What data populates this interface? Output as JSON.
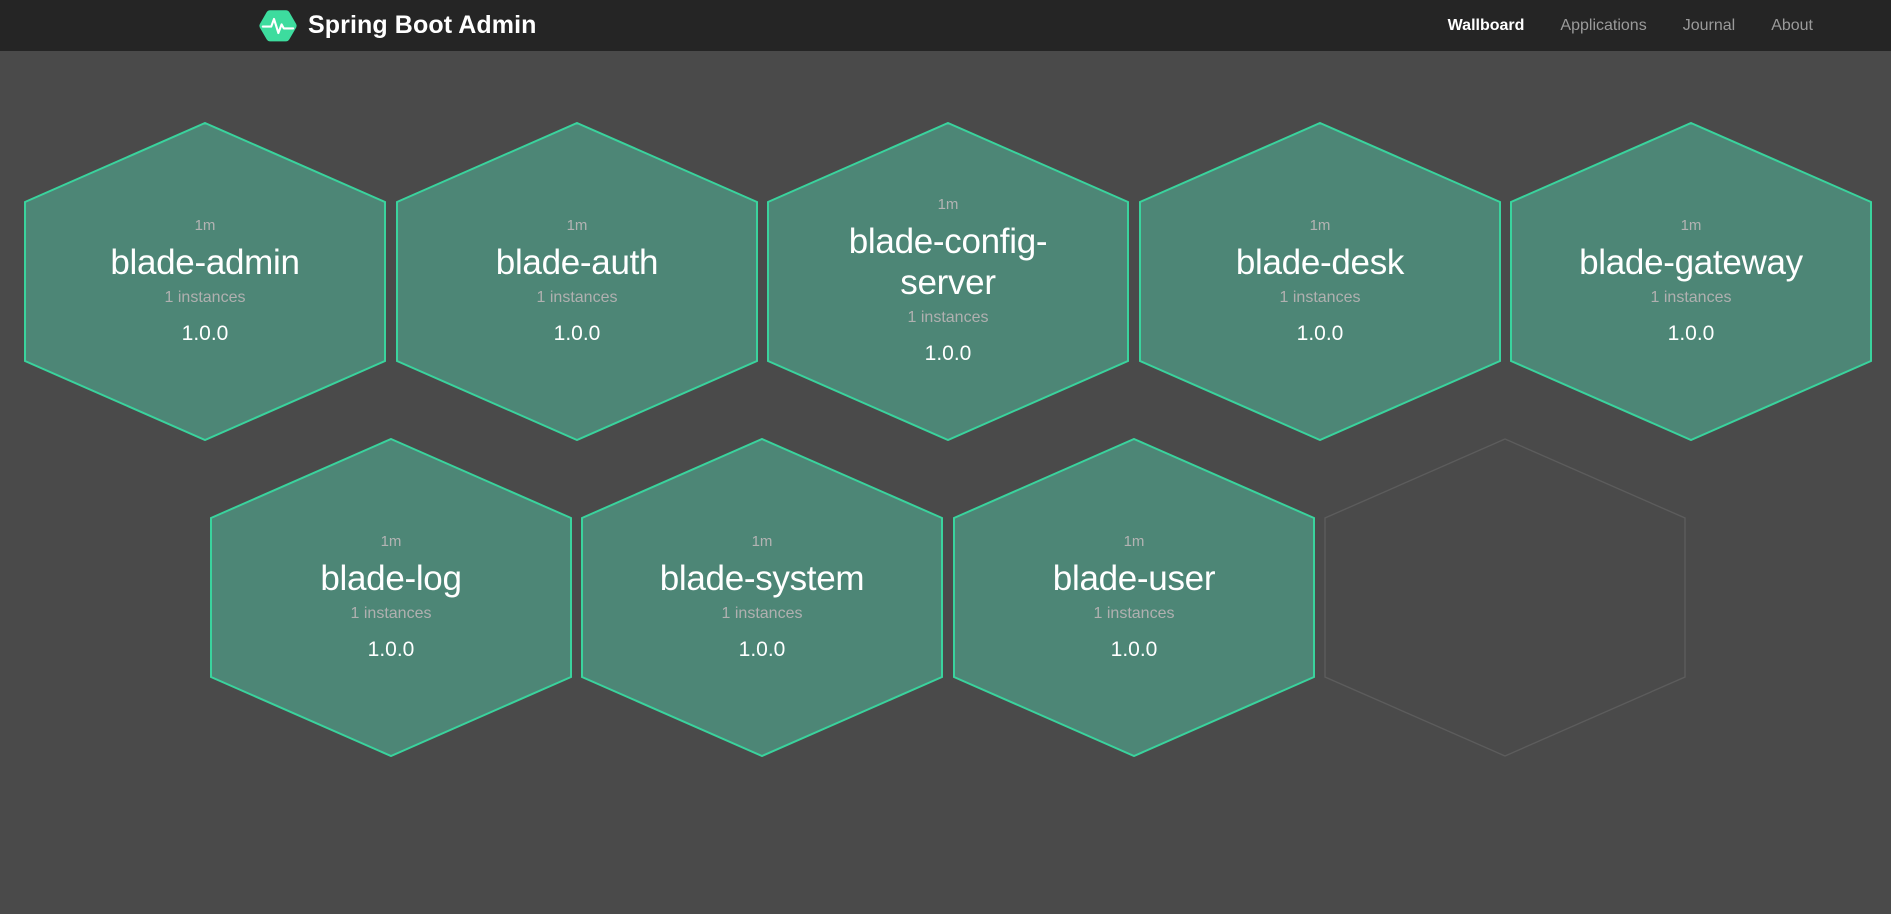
{
  "header": {
    "brand": {
      "title": "Spring Boot Admin",
      "logo_icon": "heartbeat-hexagon-icon",
      "logo_color": "#3ddc9e"
    },
    "nav": [
      {
        "label": "Wallboard",
        "active": true
      },
      {
        "label": "Applications",
        "active": false
      },
      {
        "label": "Journal",
        "active": false
      },
      {
        "label": "About",
        "active": false
      }
    ]
  },
  "theme": {
    "header_bg": "#252525",
    "page_bg": "#4a4a4a",
    "hex_fill": "#4d8676",
    "hex_border": "#3ad39d",
    "hex_empty_border": "#5c5c5c",
    "text_primary": "#ffffff",
    "text_muted": "#b3b3b3"
  },
  "wallboard": {
    "applications": [
      {
        "name": "blade-admin",
        "uptime": "1m",
        "instances": "1 instances",
        "version": "1.0.0",
        "status": "UP",
        "placeholder": false
      },
      {
        "name": "blade-auth",
        "uptime": "1m",
        "instances": "1 instances",
        "version": "1.0.0",
        "status": "UP",
        "placeholder": false
      },
      {
        "name": "blade-config-server",
        "uptime": "1m",
        "instances": "1 instances",
        "version": "1.0.0",
        "status": "UP",
        "placeholder": false
      },
      {
        "name": "blade-desk",
        "uptime": "1m",
        "instances": "1 instances",
        "version": "1.0.0",
        "status": "UP",
        "placeholder": false
      },
      {
        "name": "blade-gateway",
        "uptime": "1m",
        "instances": "1 instances",
        "version": "1.0.0",
        "status": "UP",
        "placeholder": false
      },
      {
        "name": "blade-log",
        "uptime": "1m",
        "instances": "1 instances",
        "version": "1.0.0",
        "status": "UP",
        "placeholder": false
      },
      {
        "name": "blade-system",
        "uptime": "1m",
        "instances": "1 instances",
        "version": "1.0.0",
        "status": "UP",
        "placeholder": false
      },
      {
        "name": "blade-user",
        "uptime": "1m",
        "instances": "1 instances",
        "version": "1.0.0",
        "status": "UP",
        "placeholder": false
      },
      {
        "name": "",
        "uptime": "",
        "instances": "",
        "version": "",
        "status": "",
        "placeholder": true
      }
    ]
  }
}
